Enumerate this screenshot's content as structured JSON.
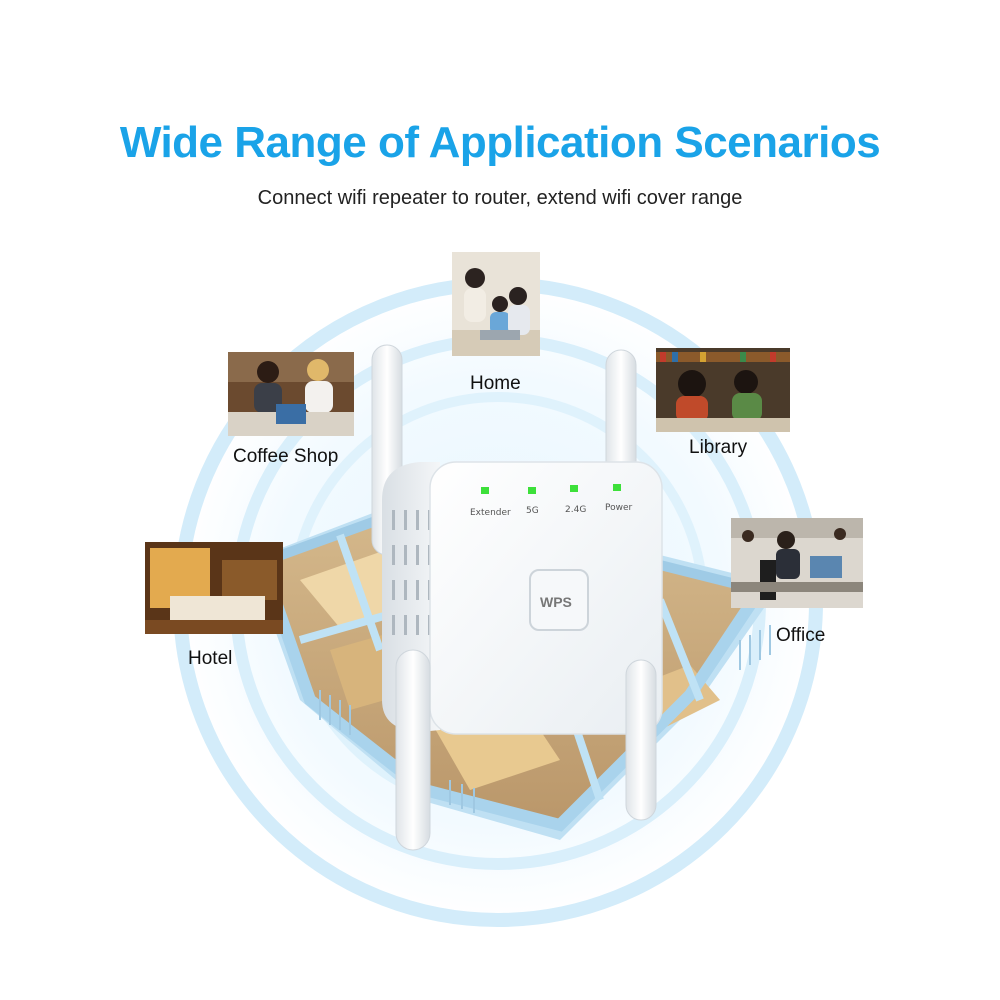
{
  "headline": "Wide Range of Application Scenarios",
  "subline": "Connect wifi repeater to router, extend wifi cover range",
  "scenarios": [
    {
      "label": "Home"
    },
    {
      "label": "Coffee Shop"
    },
    {
      "label": "Library"
    },
    {
      "label": "Hotel"
    },
    {
      "label": "Office"
    }
  ],
  "device": {
    "leds": [
      {
        "label": "Extender",
        "color": "#3de03a"
      },
      {
        "label": "5G",
        "color": "#3de03a"
      },
      {
        "label": "2.4G",
        "color": "#3de03a"
      },
      {
        "label": "Power",
        "color": "#3de03a"
      }
    ],
    "button_label": "WPS"
  },
  "colors": {
    "headline": "#1aa3e8",
    "signal_rings": "#cfeaf8"
  }
}
